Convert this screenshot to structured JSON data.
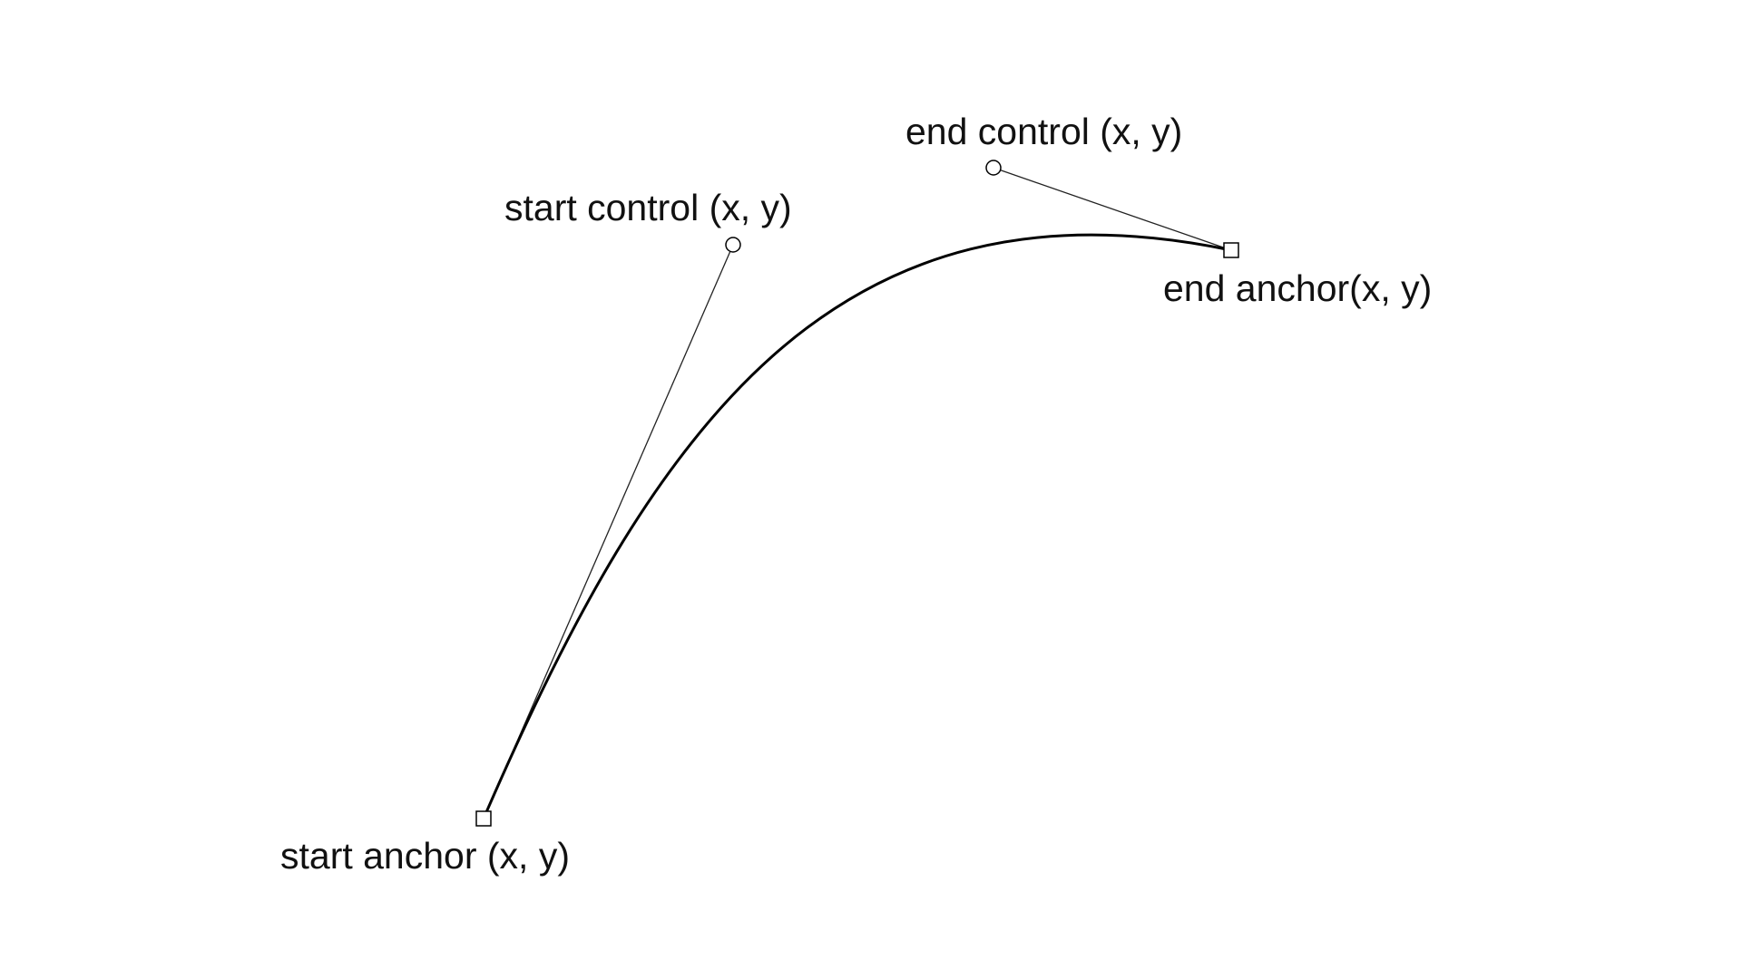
{
  "labels": {
    "start_anchor": "start anchor (x, y)",
    "start_control": "start control (x, y)",
    "end_control": "end control (x, y)",
    "end_anchor": "end anchor(x, y)"
  },
  "colors": {
    "background": "#ffffff",
    "curve": "#000000",
    "handle": "#222222",
    "text": "#111111"
  }
}
